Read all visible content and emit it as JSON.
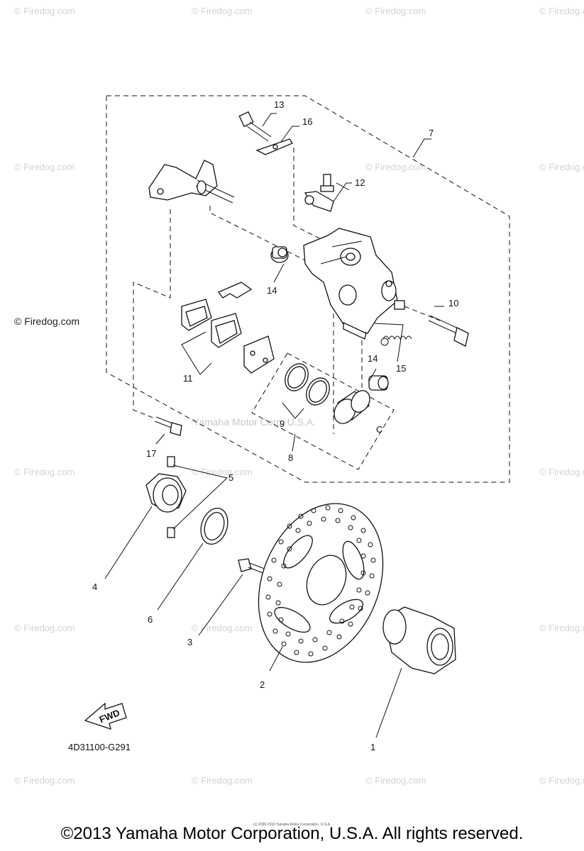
{
  "watermark": {
    "site_text": "© Firedog.com",
    "center_text": "Yamaha Motor Corp. U.S.A."
  },
  "callouts": {
    "c1": "1",
    "c2": "2",
    "c3": "3",
    "c4": "4",
    "c5": "5",
    "c6": "6",
    "c7": "7",
    "c8": "8",
    "c9": "9",
    "c10": "10",
    "c11": "11",
    "c12": "12",
    "c13": "13",
    "c14a": "14",
    "c14b": "14",
    "c15": "15",
    "c16": "16",
    "c17": "17"
  },
  "fwd_label": "FWD",
  "diagram_code": "4D31100-G291",
  "tiny_note": "(c) 2006 2016 Yamaha Motor Corporation, U.S.A.",
  "copyright": "©2013 Yamaha Motor Corporation, U.S.A. All rights reserved."
}
